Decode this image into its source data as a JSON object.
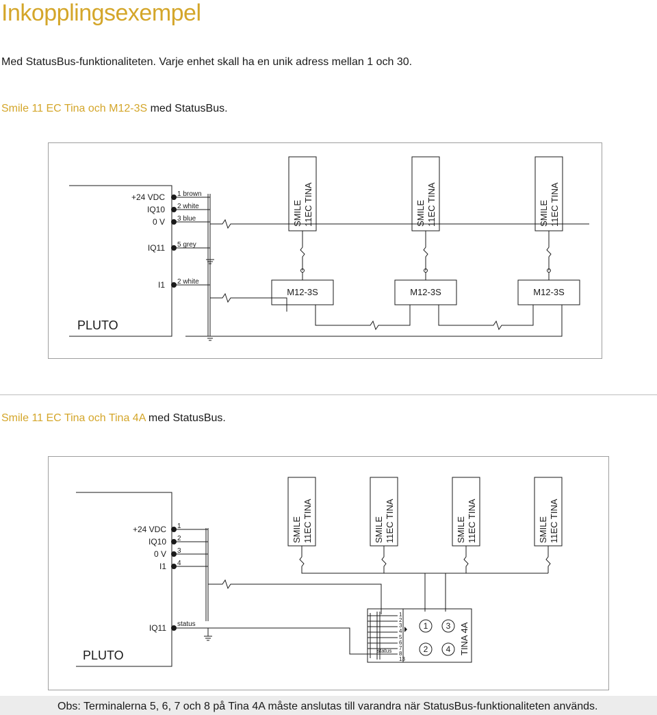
{
  "title": "Inkopplingsexempel",
  "intro": "Med StatusBus-funktionaliteten. Varje enhet skall ha en unik adress mellan 1 och 30.",
  "section1": {
    "highlight": "Smile 11 EC Tina och M12-3S",
    "rest": " med StatusBus."
  },
  "section2": {
    "highlight": "Smile 11 EC Tina och Tina 4A",
    "rest": " med StatusBus."
  },
  "diagram1": {
    "pluto": "PLUTO",
    "terminals": [
      "+24 VDC",
      "IQ10",
      "0 V",
      "IQ11",
      "I1"
    ],
    "wires": [
      "1 brown",
      "2 white",
      "3 blue",
      "5 grey",
      "2 white"
    ],
    "smile_line1": "SMILE",
    "smile_line2": "11EC TINA",
    "m12": "M12-3S"
  },
  "diagram2": {
    "pluto": "PLUTO",
    "terminals": [
      "+24 VDC",
      "IQ10",
      "0 V",
      "I1",
      "IQ11"
    ],
    "pins": [
      "1",
      "2",
      "3",
      "4"
    ],
    "status": "status",
    "smile_line1": "SMILE",
    "smile_line2": "11EC TINA",
    "tina_pins_top": [
      "1",
      "2",
      "3",
      "4"
    ],
    "tina_pins_bottom": [
      "5",
      "6",
      "7",
      "8",
      "13"
    ],
    "tina_status": "status",
    "circle_labels": [
      "1",
      "3",
      "2",
      "4"
    ],
    "tina_label": "TINA 4A"
  },
  "footnote": "Obs: Terminalerna 5, 6, 7 och 8 på Tina 4A måste anslutas till varandra när StatusBus-funktionaliteten används.",
  "colors": {
    "accent": "#d4a62a",
    "frame": "#9e9e9e",
    "note_bg": "#ececec"
  }
}
